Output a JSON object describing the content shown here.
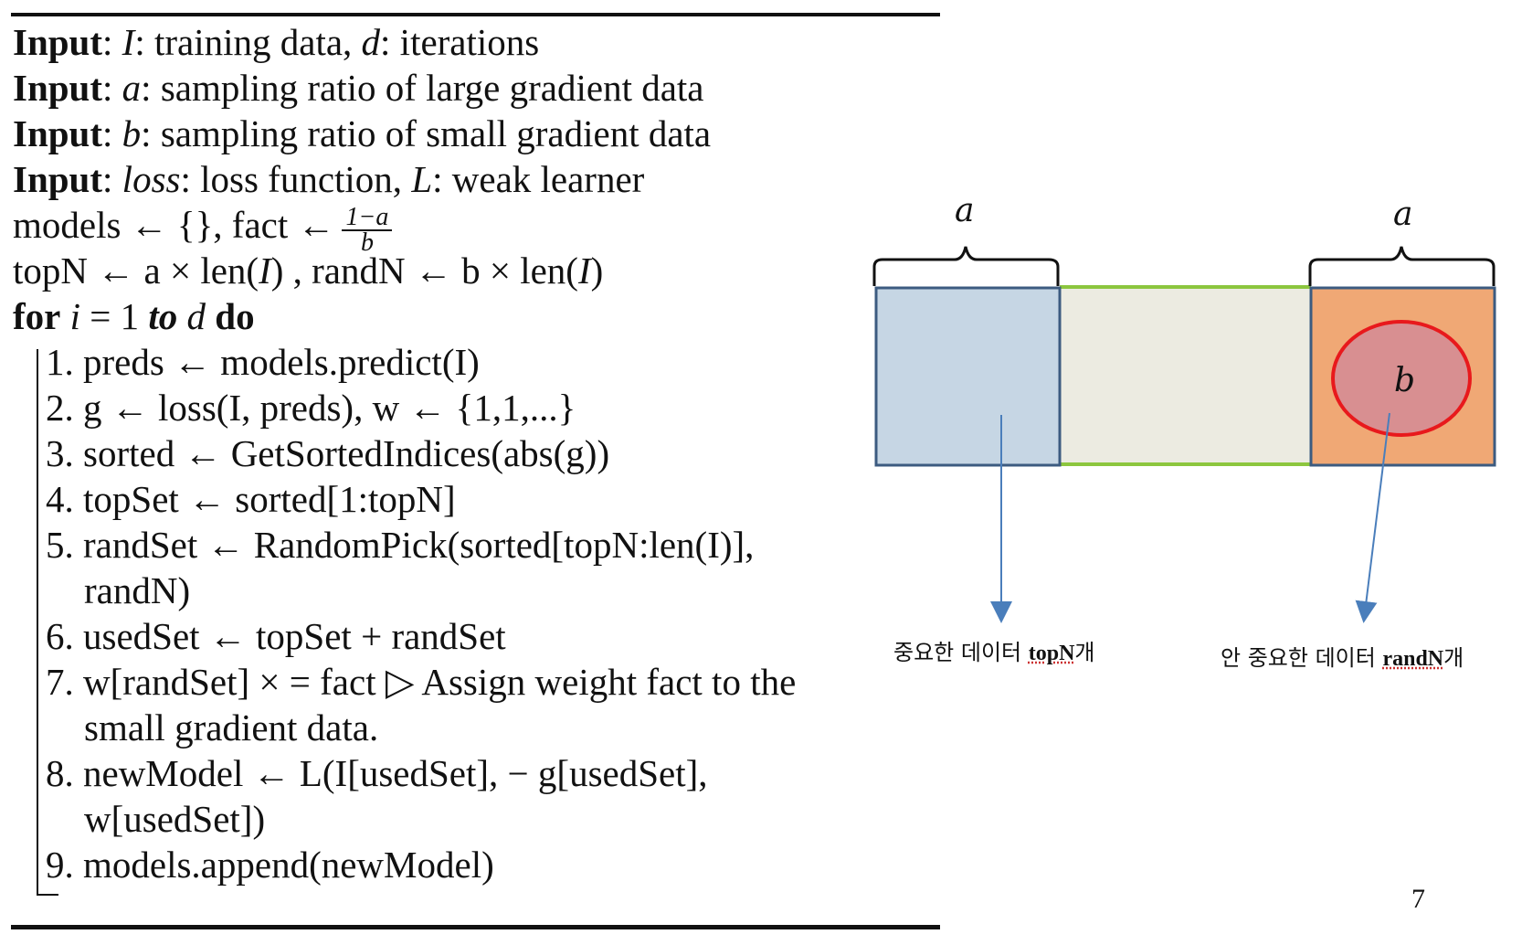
{
  "algorithm": {
    "inputs": [
      {
        "kw": "Input",
        "pre": ": ",
        "v1": "I",
        "t1": ": training data, ",
        "v2": "d",
        "t2": ": iterations"
      },
      {
        "kw": "Input",
        "pre": ": ",
        "v1": "a",
        "t1": ": sampling ratio of large gradient data",
        "v2": "",
        "t2": ""
      },
      {
        "kw": "Input",
        "pre": ": ",
        "v1": "b",
        "t1": ": sampling ratio of small gradient data",
        "v2": "",
        "t2": ""
      },
      {
        "kw": "Input",
        "pre": ": ",
        "v1": "loss",
        "t1": ": loss function, ",
        "v2": "L",
        "t2": ": weak learner"
      }
    ],
    "init1": "models ← {}, fact ←",
    "fact_num": "1−a",
    "fact_den": "b",
    "init2_a": "topN ← a × len(",
    "init2_v1": "I",
    "init2_b": ") , randN ← b × len(",
    "init2_v2": "I",
    "init2_c": ")",
    "loop": {
      "kw_for": "for",
      "var": "i",
      "eq": " = 1 ",
      "kw_to": "to",
      "var2": "d",
      "kw_do": "do"
    },
    "steps": [
      "1. preds ← models.predict(I)",
      "2. g ← loss(I, preds), w ← {1,1,...}",
      "3. sorted ← GetSortedIndices(abs(g))",
      "4. topSet ← sorted[1:topN]",
      "5. randSet ← RandomPick(sorted[topN:len(I)],",
      "randN)",
      "6. usedSet ← topSet + randSet",
      "7. w[randSet] × = fact ▷ Assign weight fact to the",
      "small gradient data.",
      "8. newModel ← L(I[usedSet], − g[usedSet],",
      "w[usedSet])",
      "9. models.append(newModel)"
    ]
  },
  "diagram": {
    "left_brace_label": "a",
    "right_brace_label": "a",
    "circle_label": "b",
    "label_top": {
      "prefix": "중요한 데이터 ",
      "bold": "topN",
      "suffix": "개"
    },
    "label_rand": {
      "prefix": "안 중요한 데이터 ",
      "bold": "randN",
      "suffix": "개"
    },
    "colors": {
      "blue_box": "#c6d6e4",
      "middle": "#ecebe1",
      "orange_box": "#f0a875",
      "circle_fill": "#d88f91",
      "circle_stroke": "#e8191c",
      "border": "#3c5b80",
      "green_line": "#8cc63e",
      "arrow": "#4a7ebb"
    }
  },
  "page_number": "7"
}
